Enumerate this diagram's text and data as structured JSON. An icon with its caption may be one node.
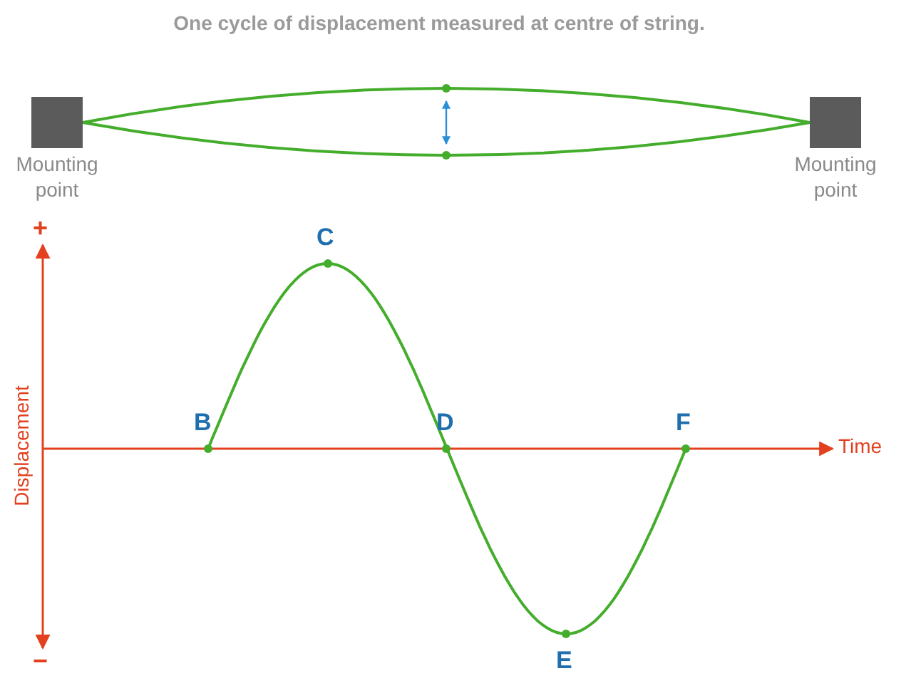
{
  "diagram": {
    "title": "One cycle of displacement measured at centre of string.",
    "nodes": [
      {
        "text": [
          "Mounting point"
        ]
      },
      {
        "text": [
          "Mounting point"
        ]
      }
    ],
    "edges": [
      {
        "from": 0,
        "to": 1,
        "arrow": "none"
      },
      {
        "from": 0,
        "to": 1,
        "arrow": "none"
      }
    ],
    "labels": [
      "+",
      "C",
      "B",
      "D",
      "F",
      "Time",
      "Displacement",
      "E",
      "−"
    ]
  }
}
